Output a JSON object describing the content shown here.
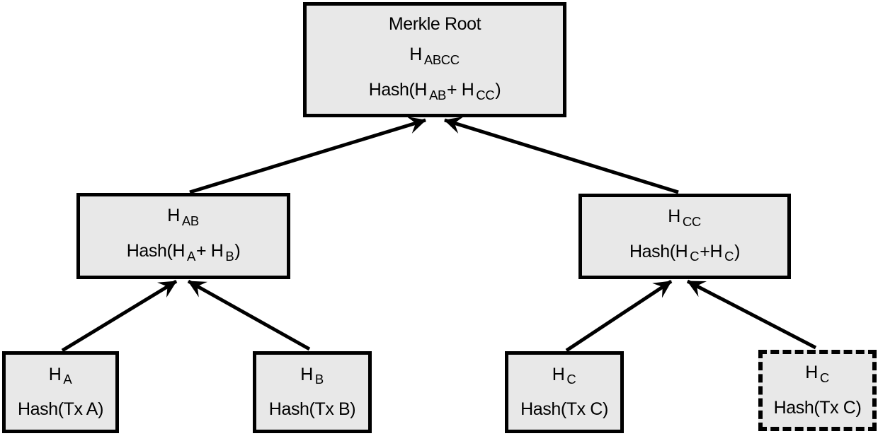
{
  "colors": {
    "background": "#ffffff",
    "node_fill": "#e8e8e8",
    "node_border": "#000000",
    "edge": "#000000"
  },
  "nodes": {
    "root": {
      "title": "Merkle Root",
      "label": {
        "base": "H",
        "sub": "ABCC"
      },
      "formula": {
        "p0": "Hash(H",
        "p1": "AB",
        "p2": "+ H",
        "p3": "CC",
        "p4": ")"
      }
    },
    "hab": {
      "label": {
        "base": "H",
        "sub": "AB"
      },
      "formula": {
        "p0": "Hash(H",
        "p1": "A",
        "p2": "+ H",
        "p3": "B",
        "p4": ")"
      }
    },
    "hcc": {
      "label": {
        "base": "H",
        "sub": "CC"
      },
      "formula": {
        "p0": "Hash(H",
        "p1": "C",
        "p2": "+H",
        "p3": "C",
        "p4": ")"
      }
    },
    "ha": {
      "label": {
        "base": "H",
        "sub": "A"
      },
      "formula_text": "Hash(Tx A)"
    },
    "hb": {
      "label": {
        "base": "H",
        "sub": "B"
      },
      "formula_text": "Hash(Tx B)"
    },
    "hc": {
      "label": {
        "base": "H",
        "sub": "C"
      },
      "formula_text": "Hash(Tx C)"
    },
    "hc_duplicate": {
      "label": {
        "base": "H",
        "sub": "C"
      },
      "formula_text": "Hash(Tx C)",
      "style": "dashed"
    }
  },
  "edges": [
    {
      "from": "H_AB",
      "to": "Merkle Root"
    },
    {
      "from": "H_CC",
      "to": "Merkle Root"
    },
    {
      "from": "H_A",
      "to": "H_AB"
    },
    {
      "from": "H_B",
      "to": "H_AB"
    },
    {
      "from": "H_C",
      "to": "H_CC"
    },
    {
      "from": "H_C duplicate",
      "to": "H_CC"
    }
  ]
}
